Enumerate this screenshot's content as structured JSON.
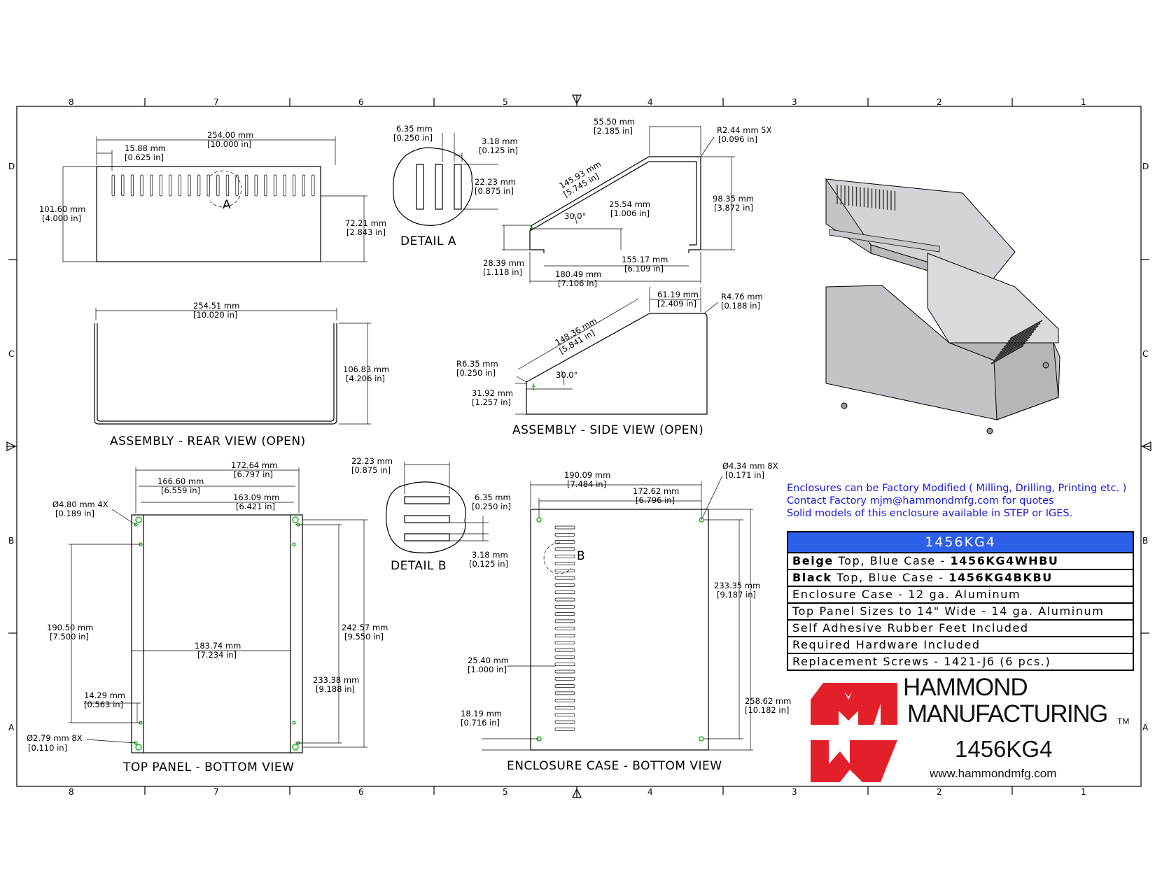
{
  "drawing": {
    "zones_top": [
      "8",
      "7",
      "6",
      "5",
      "4",
      "3",
      "2",
      "1"
    ],
    "zones_side": [
      "D",
      "C",
      "B",
      "A"
    ],
    "views": {
      "rear": {
        "title": "ASSEMBLY - REAR VIEW (OPEN)",
        "dims": [
          "254.00 mm",
          "[10.000 in]",
          "15.88 mm",
          "[0.625 in]",
          "101.60 mm",
          "[4.000 in]",
          "72.21 mm",
          "[2.843 in]",
          "254.51 mm",
          "[10.020 in]",
          "106.83 mm",
          "[4.206 in]"
        ],
        "detail_ref": "A"
      },
      "detail_a": {
        "title": "DETAIL  A",
        "dims": [
          "6.35 mm",
          "[0.250 in]",
          "3.18 mm",
          "[0.125 in]",
          "22.23 mm",
          "[0.875 in]"
        ]
      },
      "side": {
        "title": "ASSEMBLY - SIDE VIEW (OPEN)",
        "dims": [
          "55.50 mm",
          "[2.185 in]",
          "R2.44 mm 5X",
          "[0.096 in]",
          "145.93 mm",
          "[5.745 in]",
          "25.54 mm",
          "[1.006 in]",
          "30.0°",
          "98.35 mm",
          "[3.872 in]",
          "28.39 mm",
          "[1.118 in]",
          "155.17 mm",
          "[6.109 in]",
          "180.49 mm",
          "[7.106 in]",
          "61.19 mm",
          "[2.409 in]",
          "R4.76 mm",
          "[0.188 in]",
          "148.36 mm",
          "[5.841 in]",
          "R6.35 mm",
          "[0.250 in]",
          "30.0°",
          "31.92 mm",
          "[1.257 in]"
        ]
      },
      "top_panel": {
        "title": "TOP PANEL - BOTTOM VIEW",
        "dims": [
          "172.64 mm",
          "[6.797 in]",
          "166.60 mm",
          "[6.559 in]",
          "163.09 mm",
          "[6.421 in]",
          "Ø4.80 mm 4X",
          "[0.189 in]",
          "190.50 mm",
          "[7.500 in]",
          "183.74 mm",
          "[7.234 in]",
          "242.57 mm",
          "[9.550 in]",
          "233.38 mm",
          "[9.188 in]",
          "14.29 mm",
          "[0.563 in]",
          "Ø2.79 mm 8X",
          "[0.110 in]"
        ]
      },
      "detail_b": {
        "title": "DETAIL  B",
        "dims": [
          "22.23 mm",
          "[0.875 in]",
          "6.35 mm",
          "[0.250 in]",
          "3.18 mm",
          "[0.125 in]"
        ]
      },
      "enclosure": {
        "title": "ENCLOSURE CASE - BOTTOM VIEW",
        "dims": [
          "190.09 mm",
          "[7.484 in]",
          "Ø4.34 mm 8X",
          "[0.171 in]",
          "172.62 mm",
          "[6.796 in]",
          "233.35 mm",
          "[9.187 in]",
          "25.40 mm",
          "[1.000 in]",
          "18.19 mm",
          "[0.716 in]",
          "258.62 mm",
          "[10.182 in]"
        ],
        "detail_ref": "B"
      }
    }
  },
  "notes": [
    "Enclosures can be Factory Modified ( Milling, Drilling, Printing etc. )",
    "Contact Factory mjm@hammondmfg.com for quotes",
    "Solid models of this enclosure available in STEP or IGES."
  ],
  "spec_table": {
    "header": "1456KG4",
    "row1": {
      "bold1": "Beige",
      "text": " Top, Blue Case - ",
      "bold2": "1456KG4WHBU"
    },
    "row2": {
      "bold1": "Black",
      "text": " Top, Blue Case - ",
      "bold2": "1456KG4BKBU"
    },
    "rows": [
      "Enclosure Case - 12 ga. Aluminum",
      "Top Panel Sizes to 14\" Wide - 14 ga. Aluminum",
      "Self Adhesive Rubber Feet Included",
      "Required Hardware Included",
      "Replacement Screws - 1421-J6 (6 pcs.)"
    ]
  },
  "brand": {
    "name": "HAMMOND",
    "sub": "MANUFACTURING",
    "tm": "TM",
    "part": "1456KG4",
    "url": "www.hammondmfg.com",
    "logo_color": "#e3202a"
  }
}
